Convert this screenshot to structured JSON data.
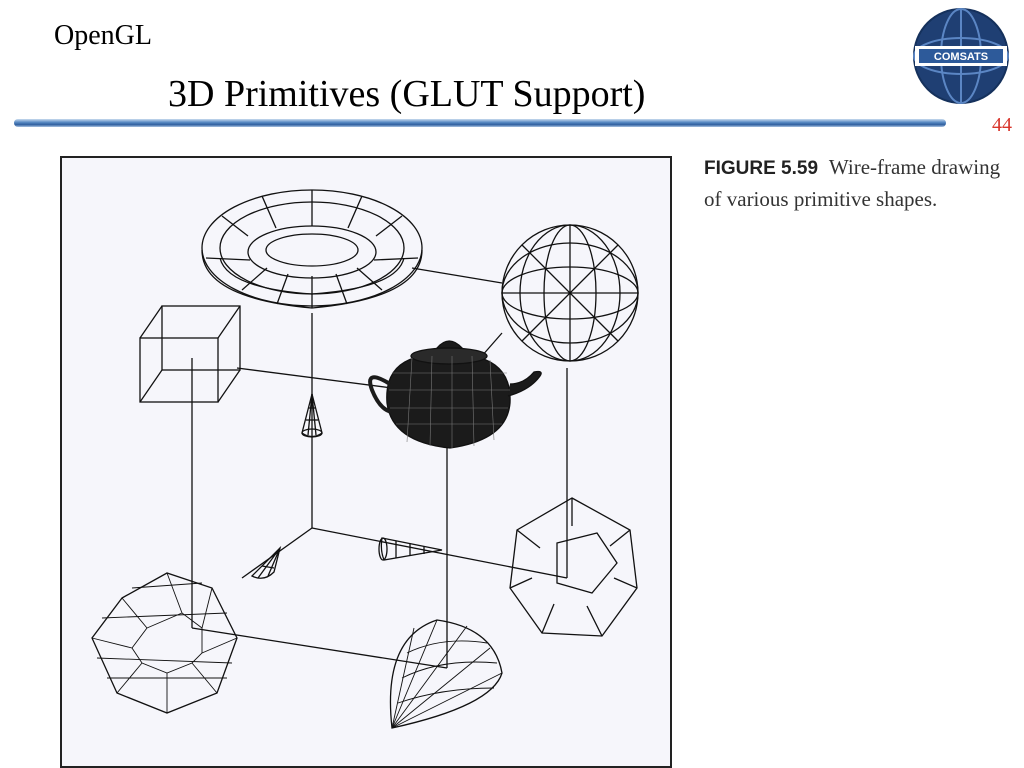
{
  "header": {
    "subtitle": "OpenGL",
    "title": "3D Primitives (GLUT Support)",
    "page_number": "44"
  },
  "logo": {
    "text": "COMSATS",
    "colors": {
      "navy": "#1f3f73",
      "band": "#ffffff",
      "accent": "#2d5a9a"
    }
  },
  "figure": {
    "caption_label": "FIGURE 5.59",
    "caption_text": "Wire-frame drawing of various primitive shapes."
  },
  "colors": {
    "rule": "#2f5f9f",
    "page_number": "#d9352b",
    "wire": "#111111"
  }
}
